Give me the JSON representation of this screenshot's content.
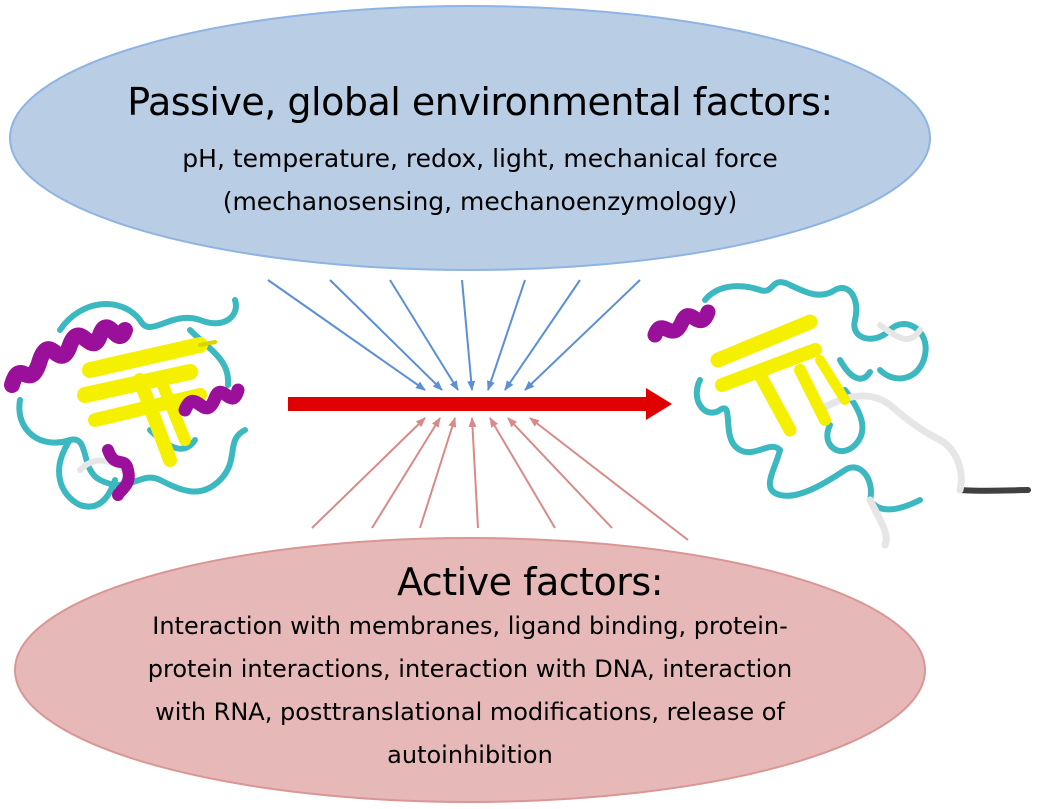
{
  "passive": {
    "title": "Passive, global environmental factors:",
    "lines": [
      "pH, temperature, redox, light, mechanical force",
      "(mechanosensing, mechanoenzymology)"
    ],
    "fill": "#b9cde5",
    "stroke": "#8eb4e3",
    "arrow_color": "#5b8fd6"
  },
  "active": {
    "title": "Active factors:",
    "lines": [
      "Interaction with membranes, ligand binding, protein-",
      "protein interactions, interaction with DNA, interaction",
      "with RNA, posttranslational modifications, release of",
      "autoinhibition"
    ],
    "fill": "#e6b9b8",
    "stroke": "#d99694",
    "arrow_color": "#d98a88"
  },
  "transition_arrow_color": "#e00000",
  "structure_colors": {
    "helix": "#9a109a",
    "sheet": "#f5f000",
    "coil": "#3cb8c0",
    "turn": "#e6e6e6"
  }
}
